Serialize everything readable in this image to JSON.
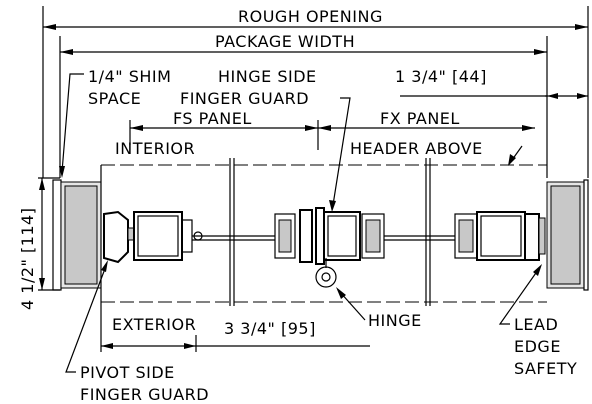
{
  "labels": {
    "rough_opening": "ROUGH OPENING",
    "package_width": "PACKAGE WIDTH",
    "shim_line1": "1/4\" SHIM",
    "shim_line2": "SPACE",
    "hinge_guard_line1": "HINGE SIDE",
    "hinge_guard_line2": "FINGER GUARD",
    "dim_1_3_4": "1 3/4\" [44]",
    "fs_panel": "FS PANEL",
    "fx_panel": "FX PANEL",
    "interior": "INTERIOR",
    "header_above": "HEADER ABOVE",
    "dim_4_1_2": "4 1/2\" [114]",
    "exterior": "EXTERIOR",
    "dim_3_3_4": "3 3/4\" [95]",
    "hinge": "HINGE",
    "lead_line1": "LEAD",
    "lead_line2": "EDGE",
    "lead_line3": "SAFETY",
    "pivot_line1": "PIVOT SIDE",
    "pivot_line2": "FINGER GUARD"
  }
}
